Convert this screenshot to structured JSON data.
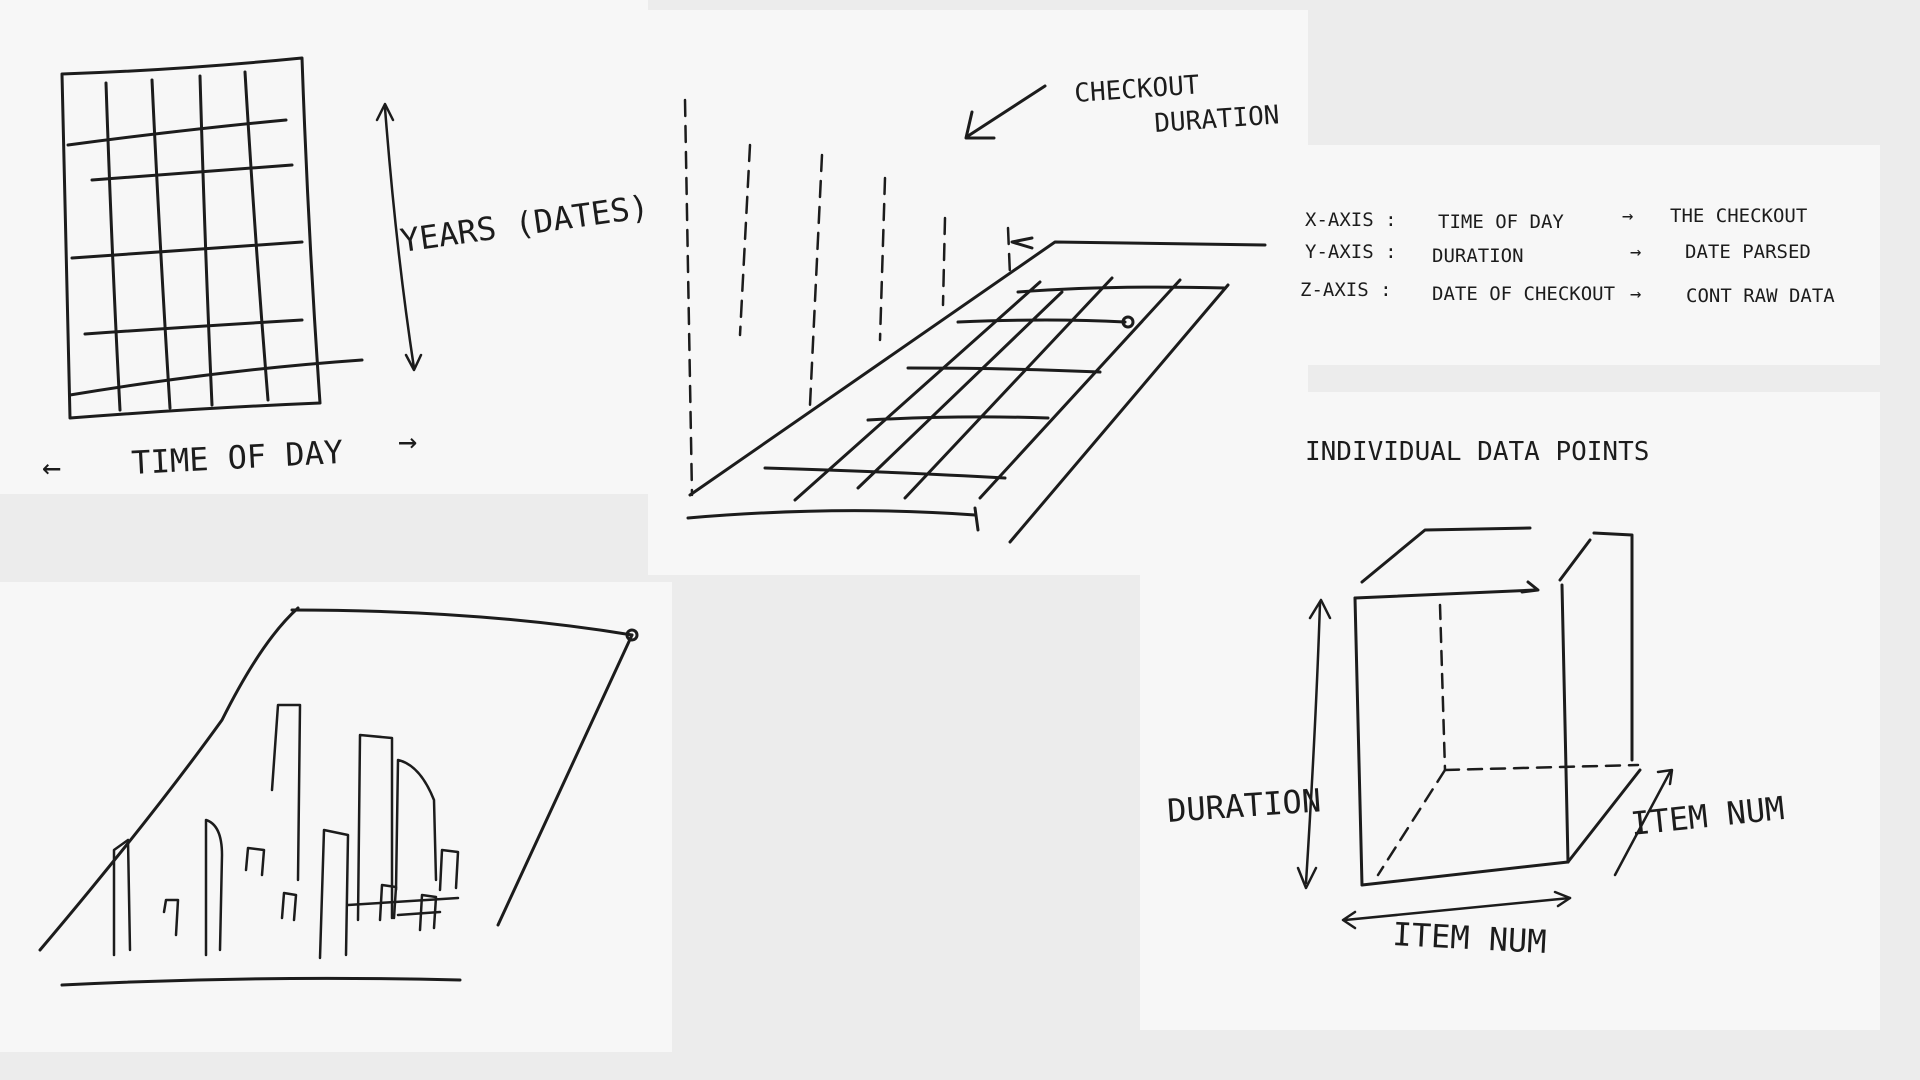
{
  "sketch1": {
    "y_axis_label": "YEARS (DATES)",
    "x_axis_label": "TIME OF DAY",
    "arrow_left": "←",
    "arrow_right": "→"
  },
  "sketch2": {
    "label_line1": "CHECKOUT",
    "label_line2": "DURATION"
  },
  "legend": {
    "rows": [
      {
        "axis": "X-AXIS :",
        "field": "TIME OF DAY",
        "arrow": "→",
        "meaning": "THE CHECKOUT"
      },
      {
        "axis": "Y-AXIS :",
        "field": "DURATION",
        "arrow": "→",
        "meaning": "DATE PARSED"
      },
      {
        "axis": "Z-AXIS :",
        "field": "DATE OF CHECKOUT",
        "arrow": "→",
        "meaning": "CONT RAW DATA"
      }
    ]
  },
  "sketch4": {
    "title": "INDIVIDUAL DATA POINTS",
    "vertical_label": "DURATION",
    "right_label": "ITEM NUM",
    "bottom_label": "ITEM NUM"
  }
}
